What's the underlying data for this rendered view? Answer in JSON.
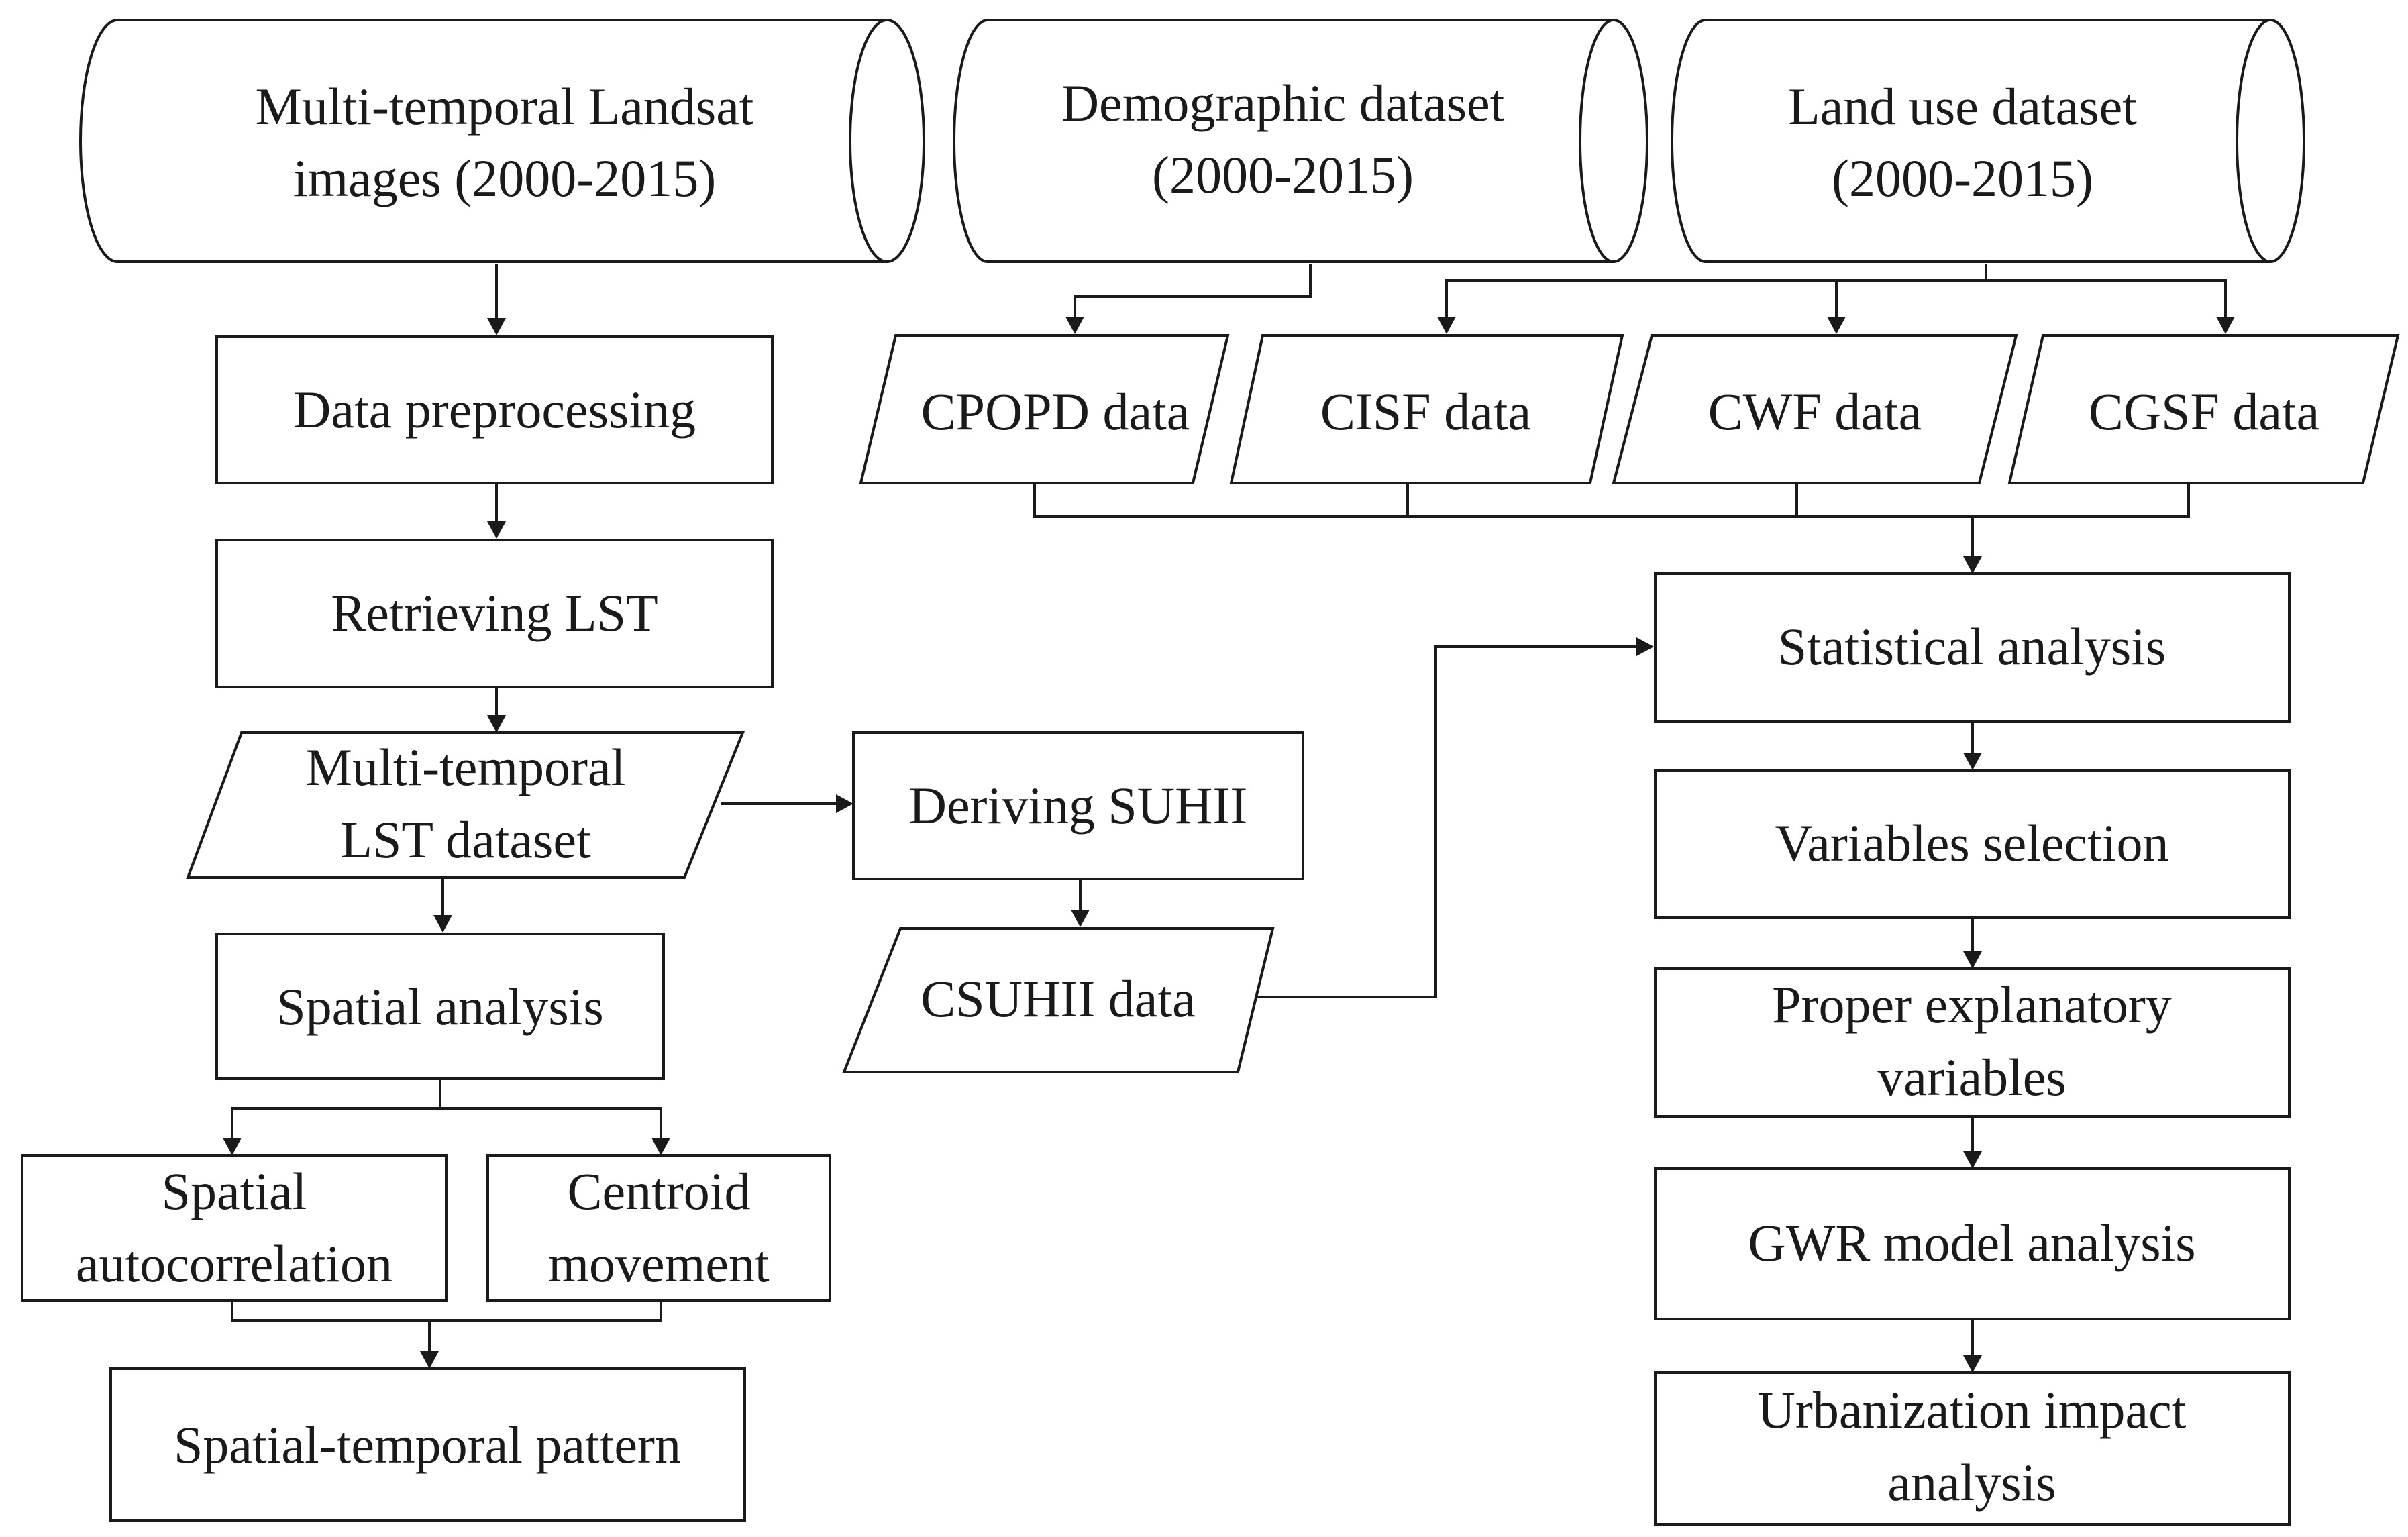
{
  "nodes": {
    "landsat": {
      "lines": [
        "Multi-temporal Landsat",
        "images (2000-2015)"
      ]
    },
    "demographic": {
      "lines": [
        "Demographic dataset",
        "(2000-2015)"
      ]
    },
    "landuse": {
      "lines": [
        "Land use dataset",
        "(2000-2015)"
      ]
    },
    "preprocess": {
      "lines": [
        "Data preprocessing"
      ]
    },
    "retrieve": {
      "lines": [
        "Retrieving LST"
      ]
    },
    "lstdataset": {
      "lines": [
        "Multi-temporal",
        "LST dataset"
      ]
    },
    "suhii": {
      "lines": [
        "Deriving SUHII"
      ]
    },
    "csuhii": {
      "lines": [
        "CSUHII data"
      ]
    },
    "spatial": {
      "lines": [
        "Spatial analysis"
      ]
    },
    "autocorr": {
      "lines": [
        "Spatial",
        "autocorrelation"
      ]
    },
    "centroid": {
      "lines": [
        "Centroid",
        "movement"
      ]
    },
    "pattern": {
      "lines": [
        "Spatial-temporal pattern"
      ]
    },
    "cpopd": {
      "lines": [
        "CPOPD data"
      ]
    },
    "cisf": {
      "lines": [
        "CISF data"
      ]
    },
    "cwf": {
      "lines": [
        "CWF data"
      ]
    },
    "cgsf": {
      "lines": [
        "CGSF data"
      ]
    },
    "statistical": {
      "lines": [
        "Statistical analysis"
      ]
    },
    "variables": {
      "lines": [
        "Variables selection"
      ]
    },
    "proper": {
      "lines": [
        "Proper explanatory",
        "variables"
      ]
    },
    "gwr": {
      "lines": [
        "GWR model analysis"
      ]
    },
    "urbanization": {
      "lines": [
        "Urbanization impact",
        "analysis"
      ]
    }
  }
}
